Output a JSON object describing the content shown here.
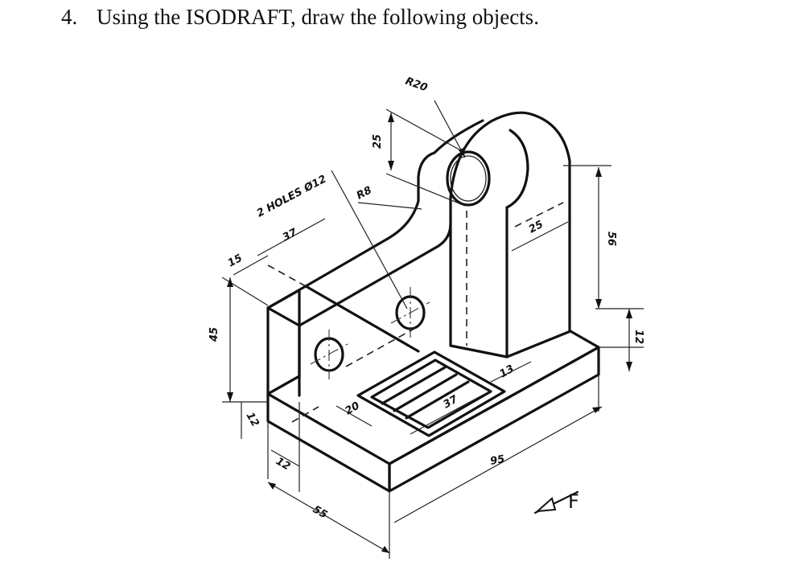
{
  "question": {
    "number": "4.",
    "text": "Using the ISODRAFT, draw the following objects."
  },
  "dimensions": {
    "r20": "R20",
    "d25": "25",
    "r8": "R8",
    "holes": "2 HOLES Ø12",
    "d37_top": "37",
    "d15": "15",
    "d45": "45",
    "d12_left": "12",
    "d12_bottom": "12",
    "d55": "55",
    "d20": "20",
    "d37_slot": "37",
    "d13": "13",
    "d95": "95",
    "d56": "56",
    "d12_right": "12"
  },
  "view_marker": {
    "label": "F"
  }
}
